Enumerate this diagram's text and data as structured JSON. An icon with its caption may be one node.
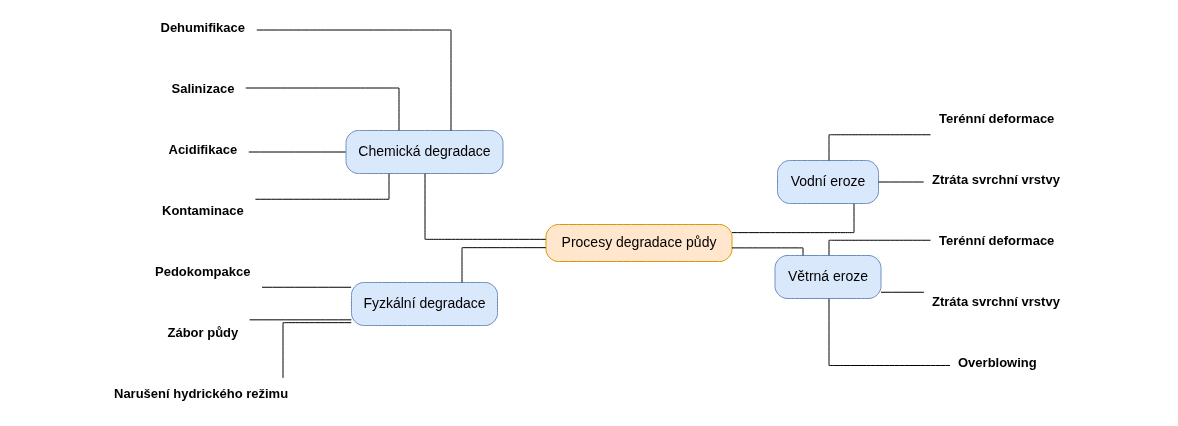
{
  "diagram": {
    "nodes": [
      {
        "text": [
          "Procesy degradace půdy"
        ]
      },
      {
        "text": [
          "Chemická degradace"
        ]
      },
      {
        "text": [
          "Vodní eroze"
        ]
      },
      {
        "text": [
          "Větrná eroze"
        ]
      },
      {
        "text": [
          "Fyzkální degradace"
        ]
      },
      {
        "text": [
          "Dehumifikace"
        ]
      },
      {
        "text": [
          "Salinizace"
        ]
      },
      {
        "text": [
          "Acidifikace"
        ]
      },
      {
        "text": [
          "Kontaminace"
        ]
      },
      {
        "text": [
          "Terénní deformace"
        ]
      },
      {
        "text": [
          "Ztráta svrchní vrstvy"
        ]
      },
      {
        "text": [
          "Terénní deformace"
        ]
      },
      {
        "text": [
          "Ztráta svrchní vrstvy"
        ]
      },
      {
        "text": [
          "Overblowing"
        ]
      },
      {
        "text": [
          "Pedokompakce"
        ]
      },
      {
        "text": [
          "Zábor půdy"
        ]
      },
      {
        "text": [
          "Narušení hydrického režimu"
        ]
      }
    ],
    "edges": [
      {
        "from": 1,
        "to": 0,
        "arrow": "none"
      },
      {
        "from": 0,
        "to": 2,
        "arrow": "none"
      },
      {
        "from": 0,
        "to": 3,
        "arrow": "none"
      },
      {
        "from": 4,
        "to": 0,
        "arrow": "none"
      },
      {
        "from": 5,
        "to": 1,
        "arrow": "none"
      },
      {
        "from": 6,
        "to": 1,
        "arrow": "none"
      },
      {
        "from": 7,
        "to": 1,
        "arrow": "none"
      },
      {
        "from": 8,
        "to": 1,
        "arrow": "none"
      },
      {
        "from": 2,
        "to": 9,
        "arrow": "none"
      },
      {
        "from": 2,
        "to": 10,
        "arrow": "none"
      },
      {
        "from": 3,
        "to": 11,
        "arrow": "none"
      },
      {
        "from": 3,
        "to": 12,
        "arrow": "none"
      },
      {
        "from": 3,
        "to": 13,
        "arrow": "none"
      },
      {
        "from": 14,
        "to": 4,
        "arrow": "none"
      },
      {
        "from": 15,
        "to": 4,
        "arrow": "none"
      },
      {
        "from": 16,
        "to": 4,
        "arrow": "none"
      }
    ]
  }
}
